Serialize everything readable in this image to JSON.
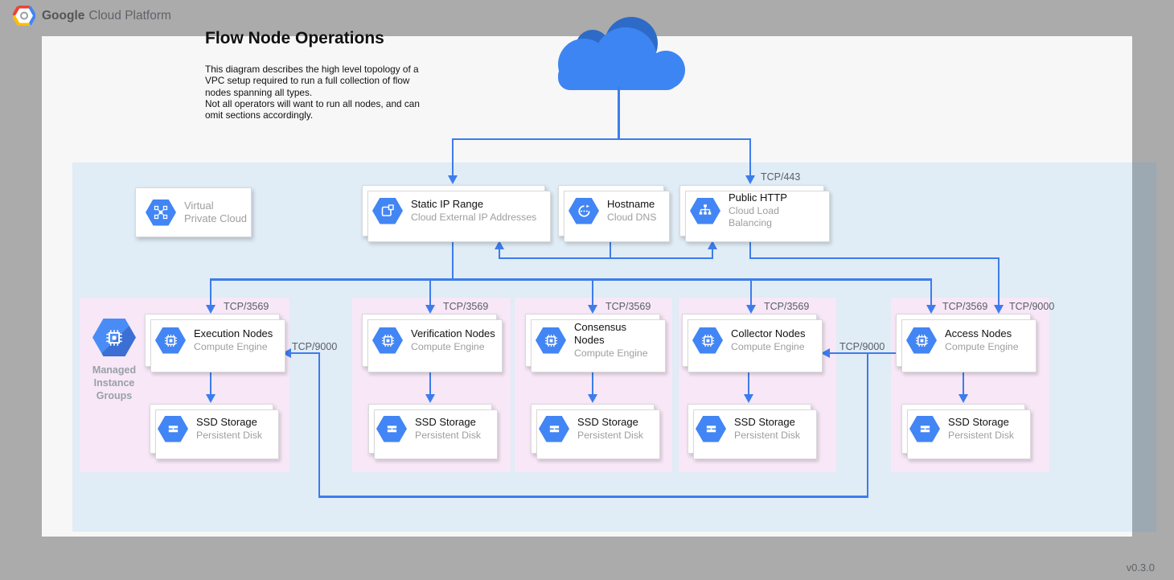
{
  "header": {
    "brand_bold": "Google",
    "brand_rest": "Cloud Platform"
  },
  "intro": {
    "title": "Flow Node Operations",
    "description": "This diagram describes the high level topology of a VPC setup required to run a full collection of flow nodes spanning all types.\nNot all operators will want to run all nodes, and can omit sections accordingly."
  },
  "footer": {
    "version": "v0.3.0"
  },
  "labels": {
    "tcp443": "TCP/443",
    "tcp3569": "TCP/3569",
    "tcp9000": "TCP/9000"
  },
  "vpc_card": {
    "title": "Virtual\nPrivate Cloud"
  },
  "mig": {
    "label": "Managed\nInstance\nGroups"
  },
  "top_cards": [
    {
      "title": "Static IP Range",
      "subtitle": "Cloud External IP Addresses",
      "icon": "external-ip-icon"
    },
    {
      "title": "Hostname",
      "subtitle": "Cloud DNS",
      "icon": "cloud-dns-icon"
    },
    {
      "title": "Public HTTP",
      "subtitle": "Cloud Load Balancing",
      "icon": "load-balancer-icon"
    }
  ],
  "groups": [
    {
      "name": "Execution Nodes",
      "platform": "Compute Engine",
      "storage": "SSD Storage",
      "storage_type": "Persistent Disk"
    },
    {
      "name": "Verification Nodes",
      "platform": "Compute Engine",
      "storage": "SSD Storage",
      "storage_type": "Persistent Disk"
    },
    {
      "name": "Consensus Nodes",
      "platform": "Compute Engine",
      "storage": "SSD Storage",
      "storage_type": "Persistent Disk"
    },
    {
      "name": "Collector Nodes",
      "platform": "Compute Engine",
      "storage": "SSD Storage",
      "storage_type": "Persistent Disk"
    },
    {
      "name": "Access Nodes",
      "platform": "Compute Engine",
      "storage": "SSD Storage",
      "storage_type": "Persistent Disk"
    }
  ],
  "edges": [
    {
      "from": "internet-cloud",
      "to": "static-ip-range",
      "label": ""
    },
    {
      "from": "internet-cloud",
      "to": "public-http",
      "label": "TCP/443"
    },
    {
      "from": "hostname",
      "to": "static-ip-range",
      "label": ""
    },
    {
      "from": "hostname",
      "to": "public-http",
      "label": ""
    },
    {
      "from": "static-ip-range",
      "to": "execution-nodes",
      "label": "TCP/3569"
    },
    {
      "from": "static-ip-range",
      "to": "verification-nodes",
      "label": "TCP/3569"
    },
    {
      "from": "static-ip-range",
      "to": "consensus-nodes",
      "label": "TCP/3569"
    },
    {
      "from": "static-ip-range",
      "to": "collector-nodes",
      "label": "TCP/3569"
    },
    {
      "from": "static-ip-range",
      "to": "access-nodes",
      "label": "TCP/3569"
    },
    {
      "from": "public-http",
      "to": "access-nodes",
      "label": "TCP/9000"
    },
    {
      "from": "access-nodes",
      "to": "collector-nodes",
      "label": "TCP/9000"
    },
    {
      "from": "access-nodes",
      "to": "execution-nodes",
      "label": "TCP/9000"
    },
    {
      "from": "execution-nodes",
      "to": "execution-ssd",
      "label": ""
    },
    {
      "from": "verification-nodes",
      "to": "verification-ssd",
      "label": ""
    },
    {
      "from": "consensus-nodes",
      "to": "consensus-ssd",
      "label": ""
    },
    {
      "from": "collector-nodes",
      "to": "collector-ssd",
      "label": ""
    },
    {
      "from": "access-nodes",
      "to": "access-ssd",
      "label": ""
    }
  ],
  "colors": {
    "background": "#ABABAB",
    "panel": "#F7F7F7",
    "vpc_fill": "#E3EEF9",
    "group_fill": "#F7E7F7",
    "line_blue": "#3D7CEC",
    "icon_blue": "#4285F4",
    "cloud_blue": "#3D85F2",
    "cloud_blue_dark": "#2E6BC8"
  }
}
